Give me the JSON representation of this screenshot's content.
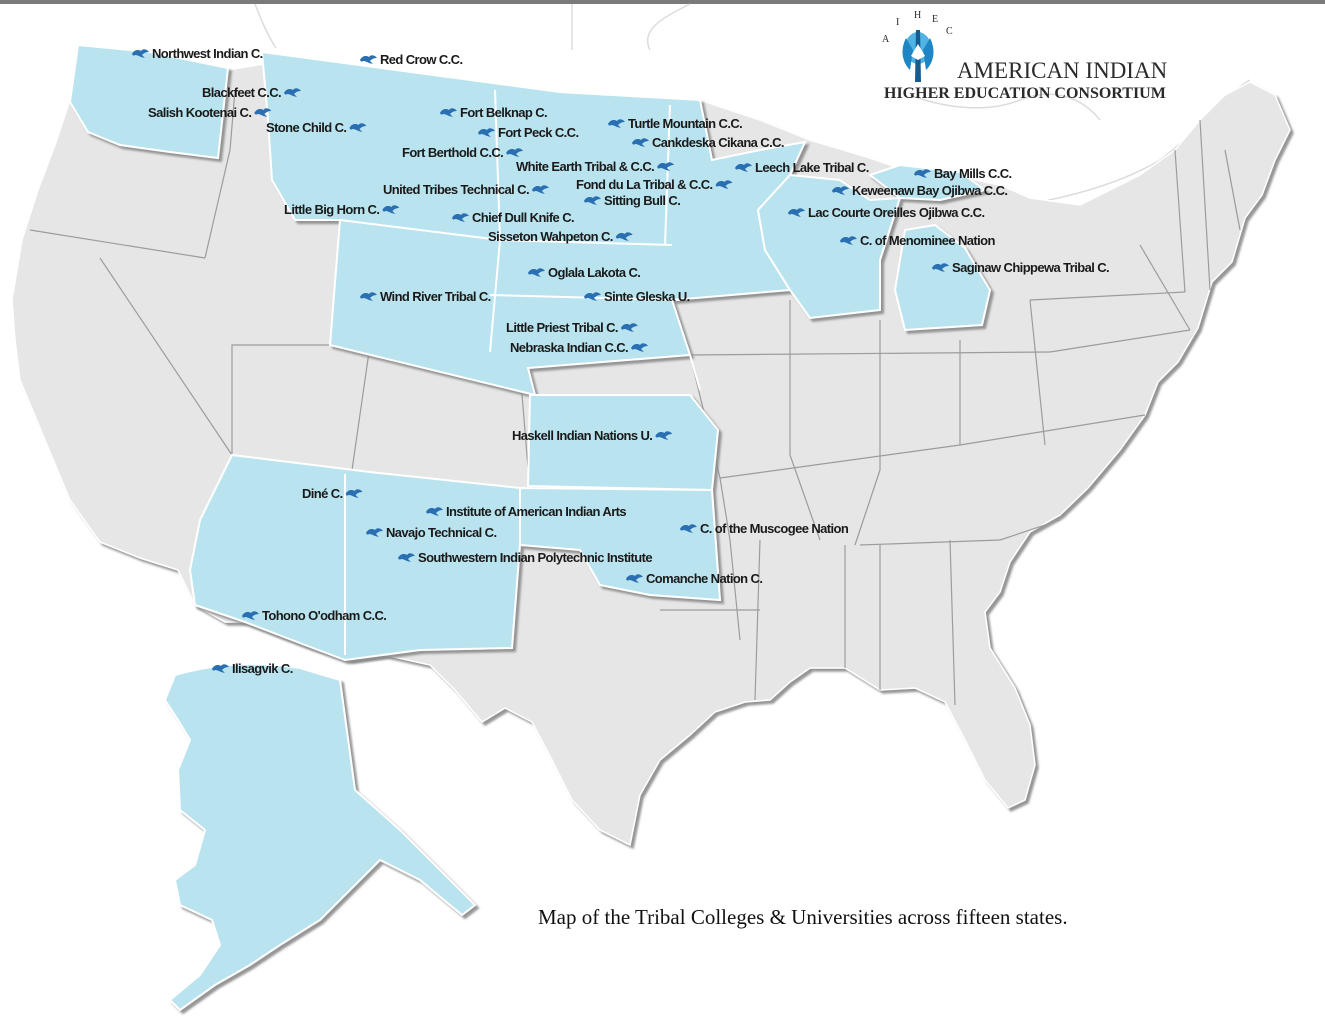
{
  "logo": {
    "ring_letters": [
      "A",
      "I",
      "H",
      "E",
      "C"
    ],
    "line1": "AMERICAN INDIAN",
    "line2": "HIGHER EDUCATION CONSORTIUM"
  },
  "caption": "Map of the Tribal Colleges & Universities across fifteen states.",
  "colors": {
    "tcu_state_fill": "#b9e4ef",
    "other_state_fill": "#e6e6e6",
    "state_border": "#ffffff",
    "state_shadow": "#9a9a9a",
    "marker_blue": "#2a6fb1",
    "label_text": "#1a1a1a"
  },
  "icons": {
    "college_marker": "bird-marker-icon"
  },
  "colleges": [
    {
      "name": "Northwest Indian C.",
      "icon_side": "left"
    },
    {
      "name": "Red Crow C.C.",
      "icon_side": "left"
    },
    {
      "name": "Blackfeet C.C.",
      "icon_side": "right"
    },
    {
      "name": "Salish Kootenai C.",
      "icon_side": "right"
    },
    {
      "name": "Stone Child C.",
      "icon_side": "right"
    },
    {
      "name": "Fort Belknap C.",
      "icon_side": "left"
    },
    {
      "name": "Fort Peck C.C.",
      "icon_side": "left"
    },
    {
      "name": "Turtle Mountain C.C.",
      "icon_side": "left"
    },
    {
      "name": "Cankdeska Cikana C.C.",
      "icon_side": "left"
    },
    {
      "name": "Fort Berthold C.C.",
      "icon_side": "right"
    },
    {
      "name": "White Earth Tribal & C.C.",
      "icon_side": "right"
    },
    {
      "name": "Leech Lake Tribal C.",
      "icon_side": "left"
    },
    {
      "name": "Bay Mills C.C.",
      "icon_side": "left"
    },
    {
      "name": "United Tribes Technical C.",
      "icon_side": "right"
    },
    {
      "name": "Fond du La Tribal & C.C.",
      "icon_side": "right"
    },
    {
      "name": "Keweenaw Bay Ojibwa C.C.",
      "icon_side": "left"
    },
    {
      "name": "Sitting Bull C.",
      "icon_side": "left"
    },
    {
      "name": "Little Big Horn C.",
      "icon_side": "right"
    },
    {
      "name": "Chief Dull Knife C.",
      "icon_side": "left"
    },
    {
      "name": "Lac Courte Oreilles Ojibwa C.C.",
      "icon_side": "left"
    },
    {
      "name": "Sisseton Wahpeton C.",
      "icon_side": "right"
    },
    {
      "name": "C. of Menominee Nation",
      "icon_side": "left"
    },
    {
      "name": "Saginaw Chippewa Tribal C.",
      "icon_side": "left"
    },
    {
      "name": "Oglala Lakota C.",
      "icon_side": "left"
    },
    {
      "name": "Wind River Tribal C.",
      "icon_side": "left"
    },
    {
      "name": "Sinte Gleska U.",
      "icon_side": "left"
    },
    {
      "name": "Little Priest Tribal C.",
      "icon_side": "right"
    },
    {
      "name": "Nebraska Indian C.C.",
      "icon_side": "right"
    },
    {
      "name": "Haskell Indian Nations U.",
      "icon_side": "right"
    },
    {
      "name": "Diné C.",
      "icon_side": "right"
    },
    {
      "name": "Institute of American Indian Arts",
      "icon_side": "left"
    },
    {
      "name": "Navajo Technical C.",
      "icon_side": "left"
    },
    {
      "name": "C. of the Muscogee Nation",
      "icon_side": "left"
    },
    {
      "name": "Southwestern Indian Polytechnic Institute",
      "icon_side": "left"
    },
    {
      "name": "Comanche Nation C.",
      "icon_side": "left"
    },
    {
      "name": "Tohono O'odham C.C.",
      "icon_side": "left"
    },
    {
      "name": "Ilisagvik C.",
      "icon_side": "left"
    }
  ]
}
